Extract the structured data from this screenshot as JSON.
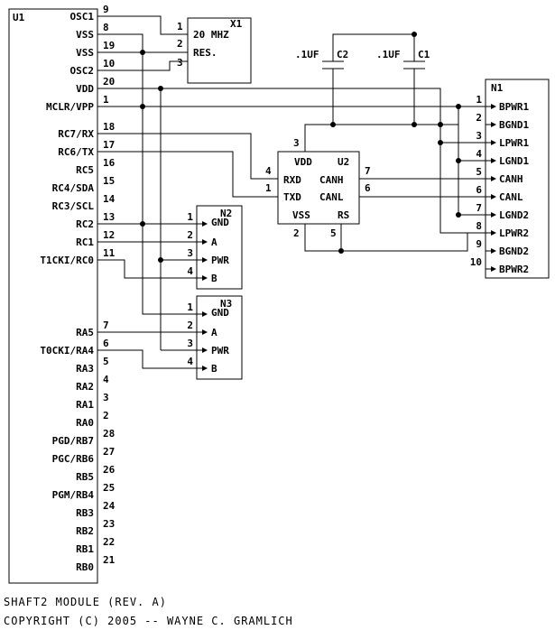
{
  "u1": {
    "ref": "U1",
    "pins": [
      {
        "name": "OSC1",
        "num": "9"
      },
      {
        "name": "VSS",
        "num": "8"
      },
      {
        "name": "VSS",
        "num": "19"
      },
      {
        "name": "OSC2",
        "num": "10"
      },
      {
        "name": "VDD",
        "num": "20"
      },
      {
        "name": "MCLR/VPP",
        "num": "1"
      },
      {
        "name": "RC7/RX",
        "num": "18"
      },
      {
        "name": "RC6/TX",
        "num": "17"
      },
      {
        "name": "RC5",
        "num": "16"
      },
      {
        "name": "RC4/SDA",
        "num": "15"
      },
      {
        "name": "RC3/SCL",
        "num": "14"
      },
      {
        "name": "RC2",
        "num": "13"
      },
      {
        "name": "RC1",
        "num": "12"
      },
      {
        "name": "T1CKI/RC0",
        "num": "11"
      },
      {
        "name": "RA5",
        "num": "7"
      },
      {
        "name": "T0CKI/RA4",
        "num": "6"
      },
      {
        "name": "RA3",
        "num": "5"
      },
      {
        "name": "RA2",
        "num": "4"
      },
      {
        "name": "RA1",
        "num": "3"
      },
      {
        "name": "RA0",
        "num": "2"
      },
      {
        "name": "PGD/RB7",
        "num": "28"
      },
      {
        "name": "PGC/RB6",
        "num": "27"
      },
      {
        "name": "RB5",
        "num": "26"
      },
      {
        "name": "PGM/RB4",
        "num": "25"
      },
      {
        "name": "RB3",
        "num": "24"
      },
      {
        "name": "RB2",
        "num": "23"
      },
      {
        "name": "RB1",
        "num": "22"
      },
      {
        "name": "RB0",
        "num": "21"
      }
    ]
  },
  "x1": {
    "ref": "X1",
    "value_line1": "20 MHZ",
    "value_line2": "RES.",
    "pins": [
      "1",
      "2",
      "3"
    ]
  },
  "c2": {
    "ref": "C2",
    "value": ".1UF"
  },
  "c1": {
    "ref": "C1",
    "value": ".1UF"
  },
  "u2": {
    "ref": "U2",
    "labels": {
      "vdd": "VDD",
      "rxd": "RXD",
      "txd": "TXD",
      "vss": "VSS",
      "rs": "RS",
      "canh": "CANH",
      "canl": "CANL"
    },
    "pins": {
      "vdd": "3",
      "rxd": "4",
      "txd": "1",
      "vss": "2",
      "rs": "5",
      "canh": "7",
      "canl": "6"
    }
  },
  "n1": {
    "ref": "N1",
    "pins": [
      {
        "num": "1",
        "name": "BPWR1"
      },
      {
        "num": "2",
        "name": "BGND1"
      },
      {
        "num": "3",
        "name": "LPWR1"
      },
      {
        "num": "4",
        "name": "LGND1"
      },
      {
        "num": "5",
        "name": "CANH"
      },
      {
        "num": "6",
        "name": "CANL"
      },
      {
        "num": "7",
        "name": "LGND2"
      },
      {
        "num": "8",
        "name": "LPWR2"
      },
      {
        "num": "9",
        "name": "BGND2"
      },
      {
        "num": "10",
        "name": "BPWR2"
      }
    ]
  },
  "n2": {
    "ref": "N2",
    "pins": [
      {
        "num": "1",
        "name": "GND"
      },
      {
        "num": "2",
        "name": "A"
      },
      {
        "num": "3",
        "name": "PWR"
      },
      {
        "num": "4",
        "name": "B"
      }
    ]
  },
  "n3": {
    "ref": "N3",
    "pins": [
      {
        "num": "1",
        "name": "GND"
      },
      {
        "num": "2",
        "name": "A"
      },
      {
        "num": "3",
        "name": "PWR"
      },
      {
        "num": "4",
        "name": "B"
      }
    ]
  },
  "footer": {
    "title": "SHAFT2 MODULE (REV. A)",
    "copyright": "COPYRIGHT (C) 2005 -- WAYNE C. GRAMLICH"
  }
}
